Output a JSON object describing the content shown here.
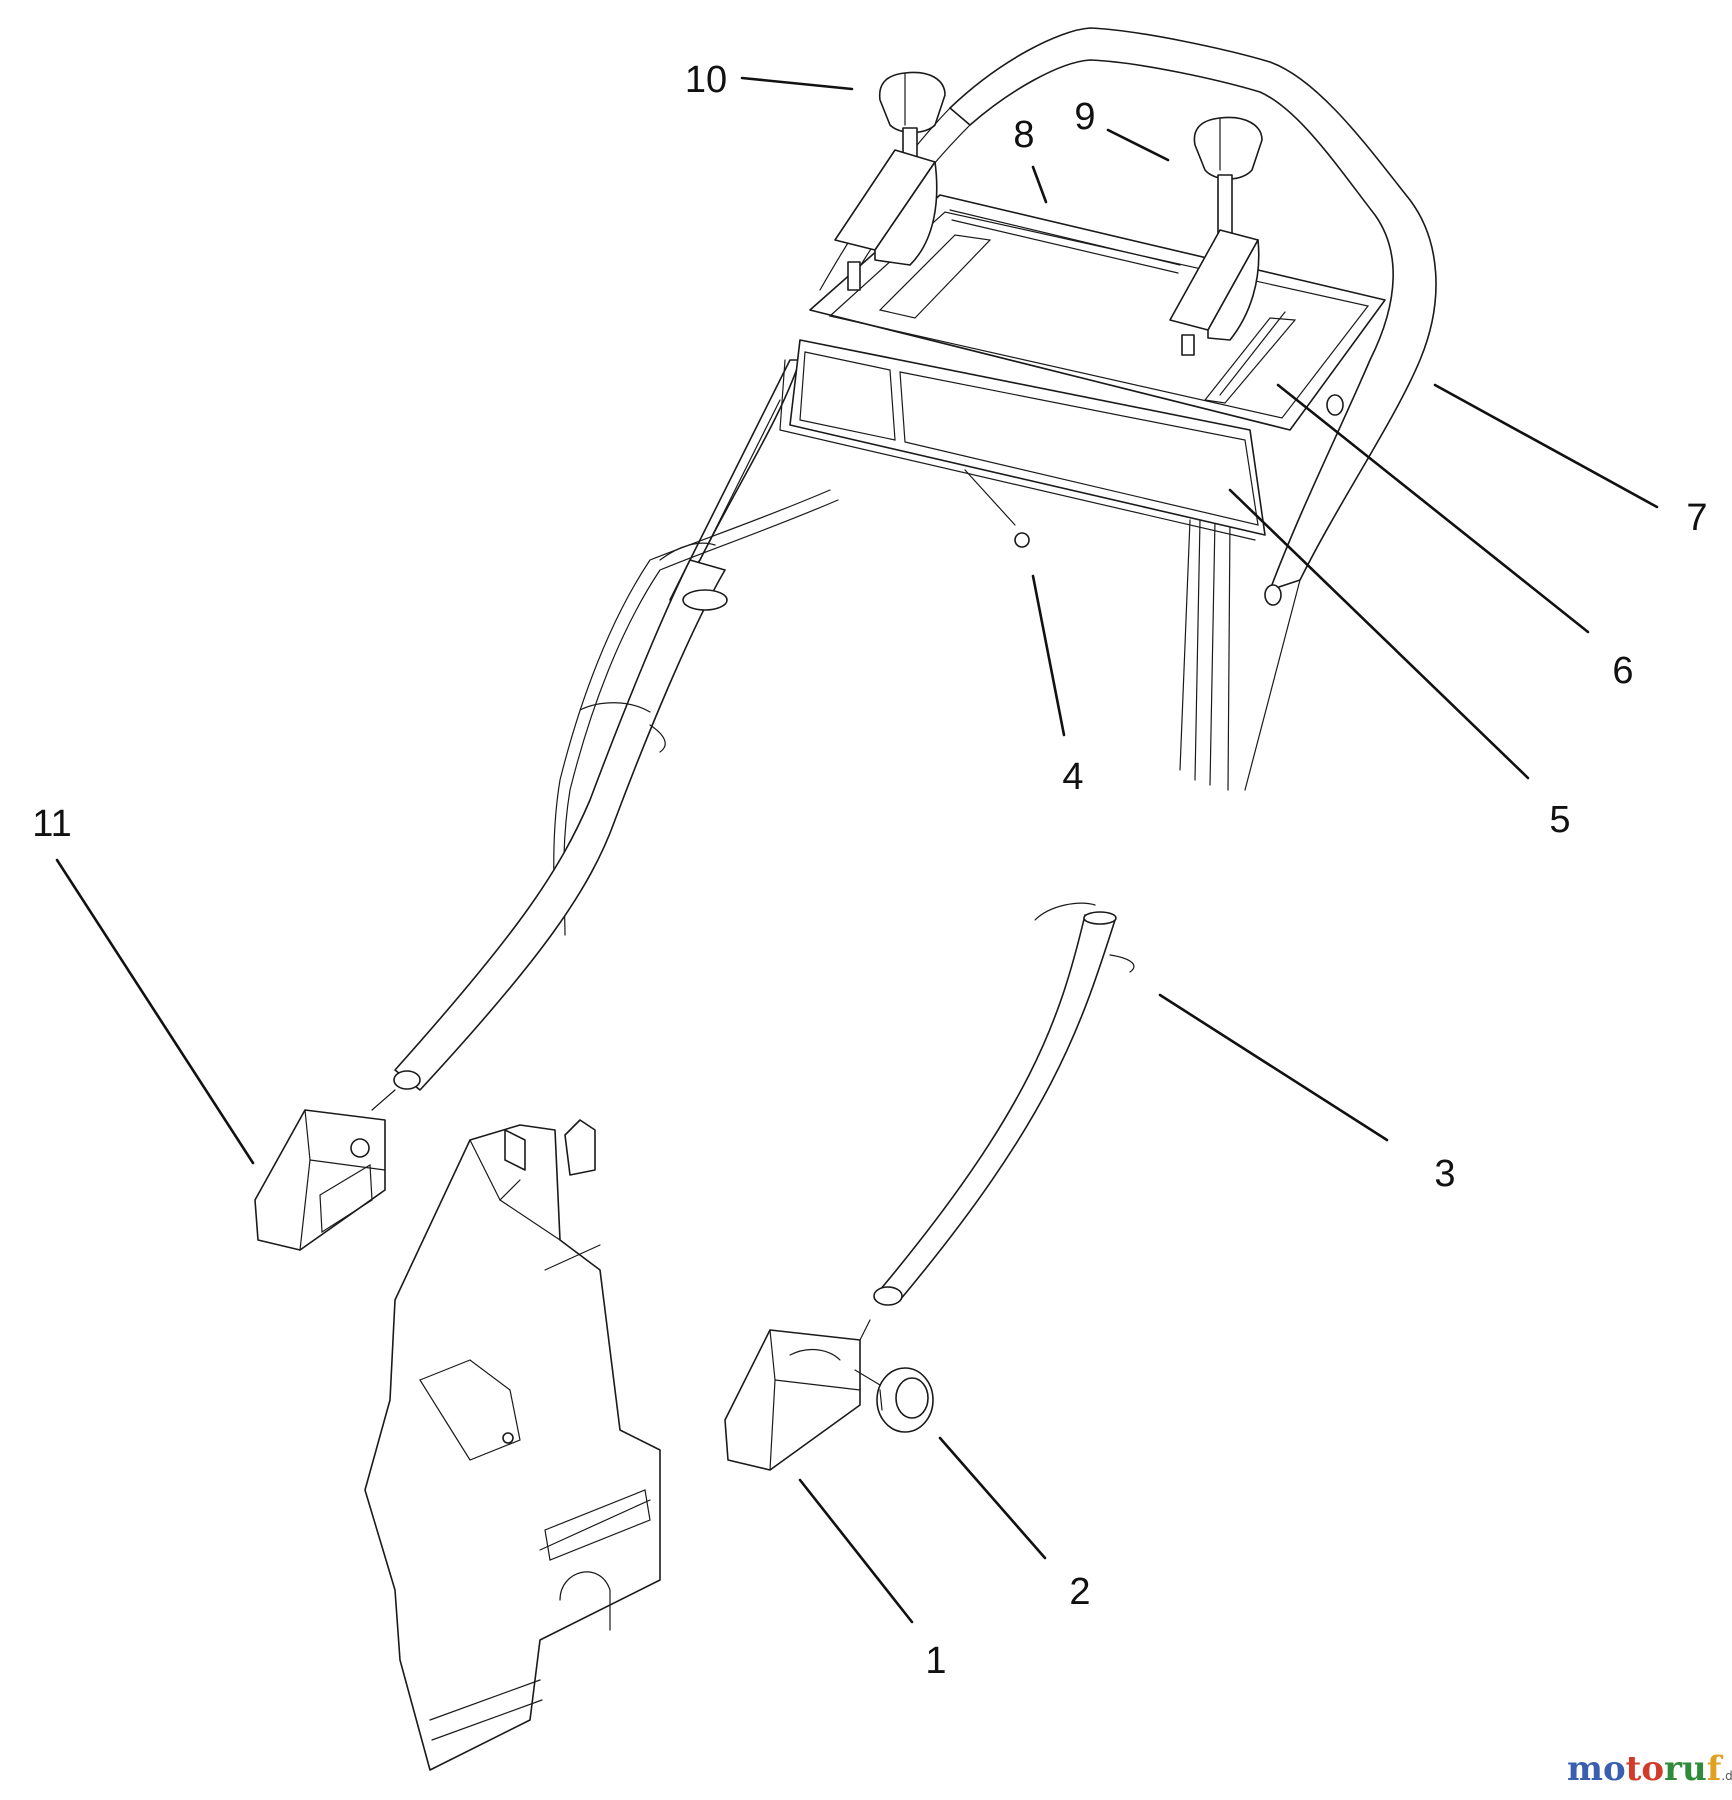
{
  "callouts": [
    {
      "id": "callout-1",
      "label": "1"
    },
    {
      "id": "callout-2",
      "label": "2"
    },
    {
      "id": "callout-3",
      "label": "3"
    },
    {
      "id": "callout-4",
      "label": "4"
    },
    {
      "id": "callout-5",
      "label": "5"
    },
    {
      "id": "callout-6",
      "label": "6"
    },
    {
      "id": "callout-7",
      "label": "7"
    },
    {
      "id": "callout-8",
      "label": "8"
    },
    {
      "id": "callout-9",
      "label": "9"
    },
    {
      "id": "callout-10",
      "label": "10"
    },
    {
      "id": "callout-11",
      "label": "11"
    }
  ],
  "watermark": {
    "parts": [
      "mo",
      "to",
      "ru",
      "f"
    ],
    "suffix": ".de",
    "colors": [
      "#3a5fb0",
      "#d23a2a",
      "#2e8b3a",
      "#e0a020"
    ]
  }
}
